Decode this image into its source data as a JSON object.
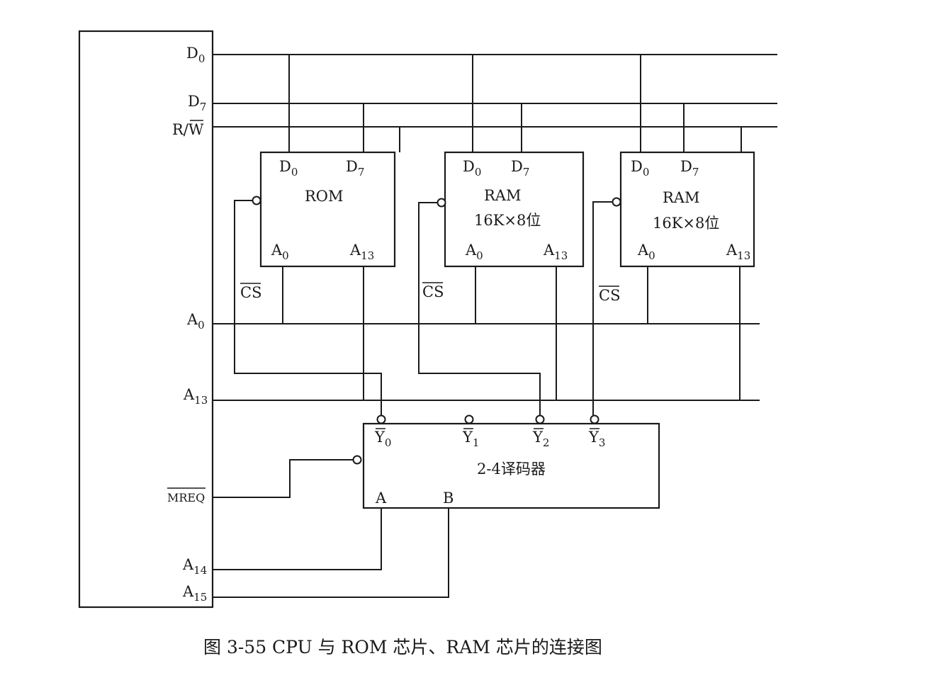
{
  "cpu": {
    "pins": {
      "d0": {
        "main": "D",
        "sub": "0"
      },
      "d7": {
        "main": "D",
        "sub": "7"
      },
      "rw": "R/W",
      "a0": {
        "main": "A",
        "sub": "0"
      },
      "a13": {
        "main": "A",
        "sub": "13"
      },
      "mreq": "MREQ",
      "a14": {
        "main": "A",
        "sub": "14"
      },
      "a15": {
        "main": "A",
        "sub": "15"
      }
    }
  },
  "chips": [
    {
      "name": "ROM",
      "size": "",
      "pin_d0": {
        "main": "D",
        "sub": "0"
      },
      "pin_d7": {
        "main": "D",
        "sub": "7"
      },
      "pin_a0": {
        "main": "A",
        "sub": "0"
      },
      "pin_a13": {
        "main": "A",
        "sub": "13"
      },
      "cs": "CS"
    },
    {
      "name": "RAM",
      "size": "16K×8位",
      "pin_d0": {
        "main": "D",
        "sub": "0"
      },
      "pin_d7": {
        "main": "D",
        "sub": "7"
      },
      "pin_a0": {
        "main": "A",
        "sub": "0"
      },
      "pin_a13": {
        "main": "A",
        "sub": "13"
      },
      "cs": "CS"
    },
    {
      "name": "RAM",
      "size": "16K×8位",
      "pin_d0": {
        "main": "D",
        "sub": "0"
      },
      "pin_d7": {
        "main": "D",
        "sub": "7"
      },
      "pin_a0": {
        "main": "A",
        "sub": "0"
      },
      "pin_a13": {
        "main": "A",
        "sub": "13"
      },
      "cs": "CS"
    }
  ],
  "decoder": {
    "title": "2-4译码器",
    "outputs": [
      {
        "main": "Y",
        "sub": "0"
      },
      {
        "main": "Y",
        "sub": "1"
      },
      {
        "main": "Y",
        "sub": "2"
      },
      {
        "main": "Y",
        "sub": "3"
      }
    ],
    "input_a": "A",
    "input_b": "B"
  },
  "caption": "图 3-55   CPU 与 ROM 芯片、RAM 芯片的连接图"
}
